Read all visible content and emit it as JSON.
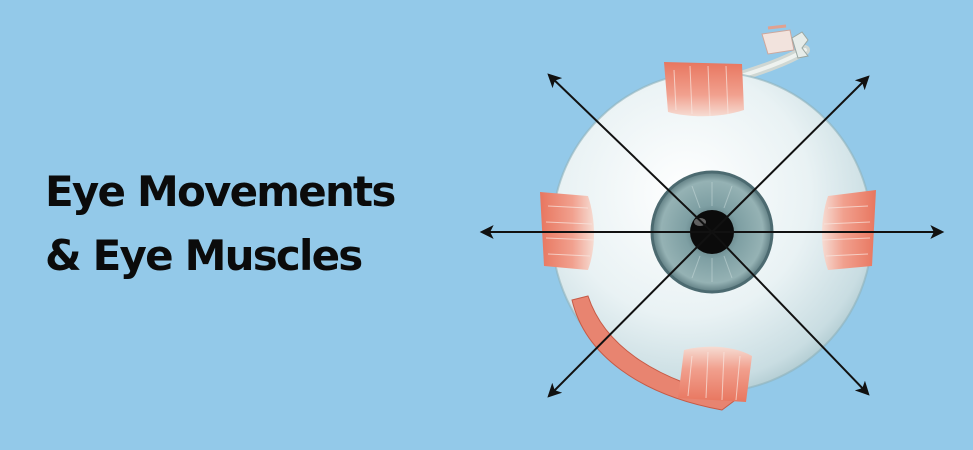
{
  "background_color": "#93c9e9",
  "title": {
    "line1": "Eye Movements",
    "line2": "& Eye Muscles"
  },
  "illustration": {
    "subject": "eyeball-with-extraocular-muscles-icon",
    "arrow_directions": [
      "left",
      "right",
      "up-left",
      "up-right",
      "down-left",
      "down-right"
    ],
    "colors": {
      "sclera": "#e9f2f4",
      "sclera_shade": "#b9d2d8",
      "iris": "#7e9fa3",
      "iris_dark": "#557177",
      "pupil": "#0b0b0b",
      "muscle": "#ee8b78",
      "muscle_dark": "#d9624e",
      "tendon": "#f4e9e3",
      "nerve": "#dde3df",
      "arrow": "#111111"
    }
  }
}
